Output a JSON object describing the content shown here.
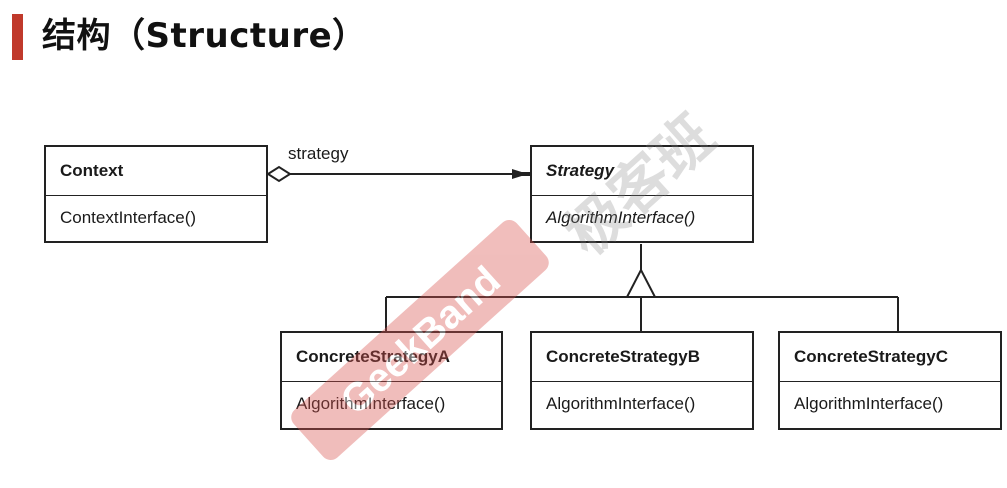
{
  "header": {
    "title": "结构（Structure）",
    "accent_color": "#c0392b"
  },
  "association": {
    "label": "strategy"
  },
  "classes": {
    "context": {
      "name": "Context",
      "operation": "ContextInterface()"
    },
    "strategy": {
      "name": "Strategy",
      "operation": "AlgorithmInterface()"
    },
    "concrete_a": {
      "name": "ConcreteStrategyA",
      "operation": "AlgorithmInterface()"
    },
    "concrete_b": {
      "name": "ConcreteStrategyB",
      "operation": "AlgorithmInterface()"
    },
    "concrete_c": {
      "name": "ConcreteStrategyC",
      "operation": "AlgorithmInterface()"
    }
  },
  "watermark": {
    "brand": "GeekBand",
    "brand_cn": "极客班",
    "color": "#d9534f"
  }
}
